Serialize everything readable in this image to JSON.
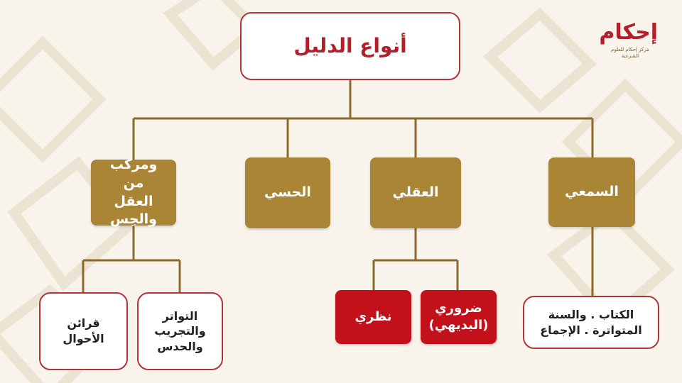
{
  "title": "أنواع الدليل",
  "categories": {
    "samei": "السمعي",
    "aqli": "العقلي",
    "hissi": "الحسي",
    "murakkab": "ومركب من العقل والحِس"
  },
  "leaves": {
    "samei": "الكتاب . والسنة المتواترة . الإجماع",
    "daruri": "ضروري (البديهي)",
    "nazari": "نظري",
    "tawatur": "التواتر والتجريب والحدس",
    "qarain": "قرائن الأحوال"
  },
  "logo": {
    "brand": "إحكام",
    "subtitle": "مركز إحكام للعلوم الشرعية"
  },
  "colors": {
    "gold": "#a98535",
    "red": "#c2111b",
    "title_red": "#b21e2a",
    "connector": "#8c6a2a",
    "background": "#f8f4ec"
  }
}
